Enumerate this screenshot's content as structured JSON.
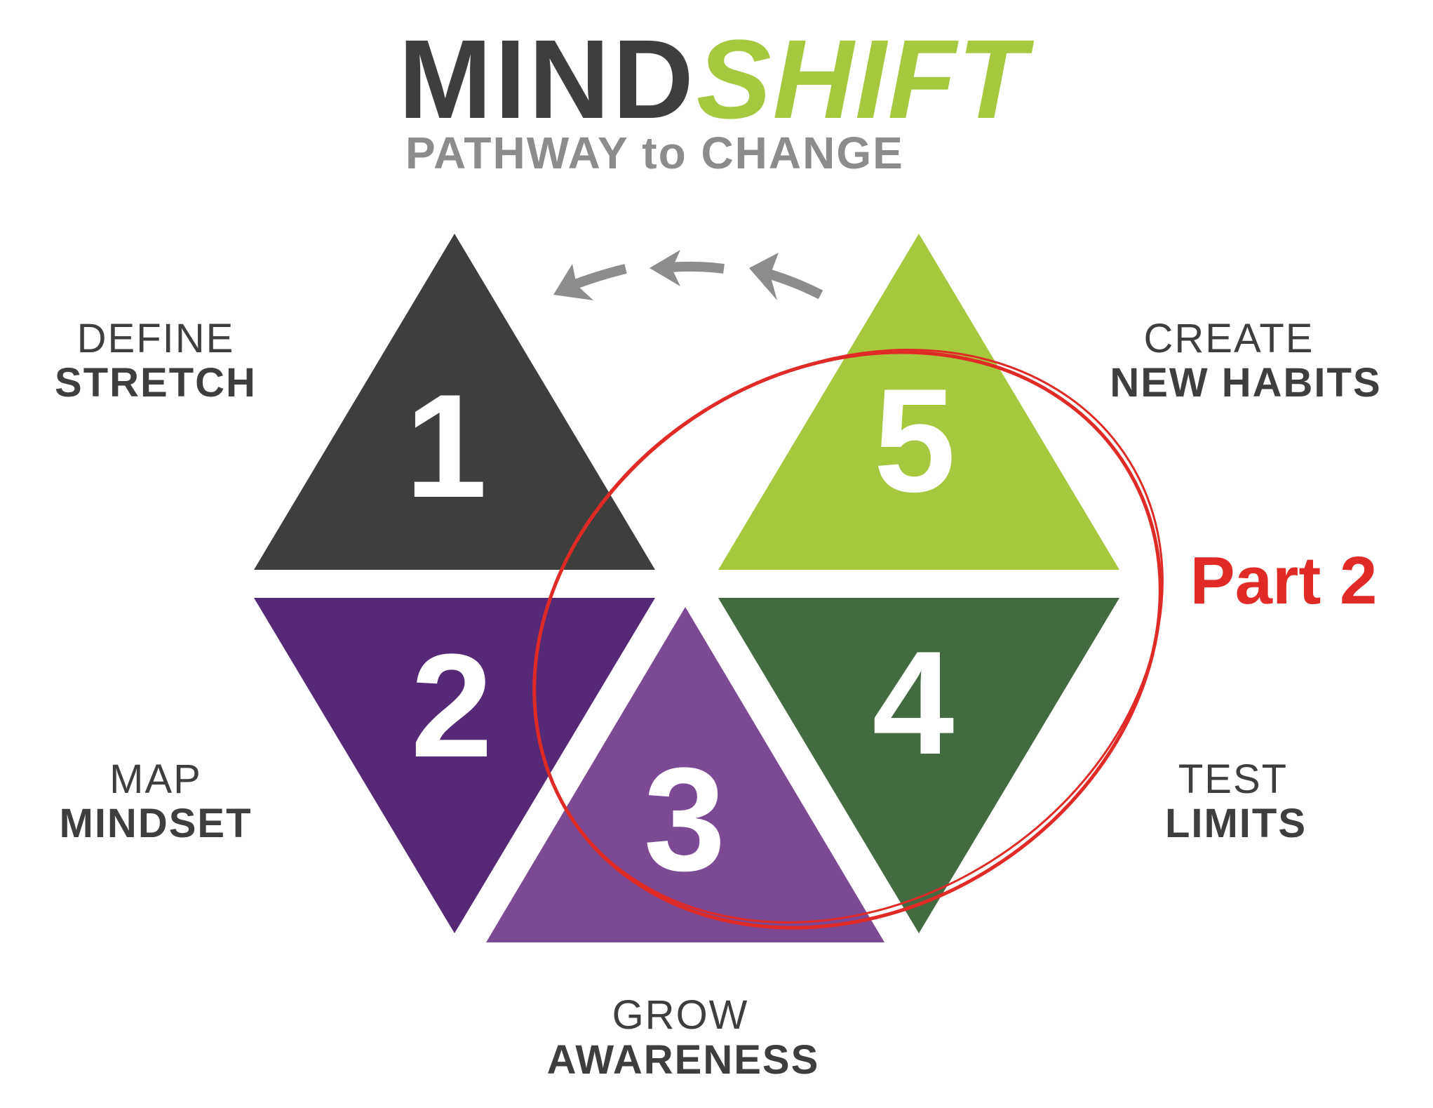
{
  "title": {
    "mind": "MIND",
    "shift": "SHIFT",
    "subtitle": "PATHWAY to CHANGE"
  },
  "colors": {
    "step1": "#3e3e3d",
    "step2": "#552977",
    "step3": "#7c4a94",
    "step4": "#436a41",
    "step5": "#a6c83f",
    "arrows": "#8c8c8c",
    "highlight": "#e02a26"
  },
  "steps": [
    {
      "number": "1",
      "top": "DEFINE",
      "bottom": "STRETCH"
    },
    {
      "number": "2",
      "top": "MAP",
      "bottom": "MINDSET"
    },
    {
      "number": "3",
      "top": "GROW",
      "bottom": "AWARENESS"
    },
    {
      "number": "4",
      "top": "TEST",
      "bottom": "LIMITS"
    },
    {
      "number": "5",
      "top": "CREATE",
      "bottom": "NEW HABITS"
    }
  ],
  "highlight_label": "Part 2",
  "arrows": {
    "count": 3,
    "direction": "left",
    "icon": "curved-arrow-left-icon"
  }
}
